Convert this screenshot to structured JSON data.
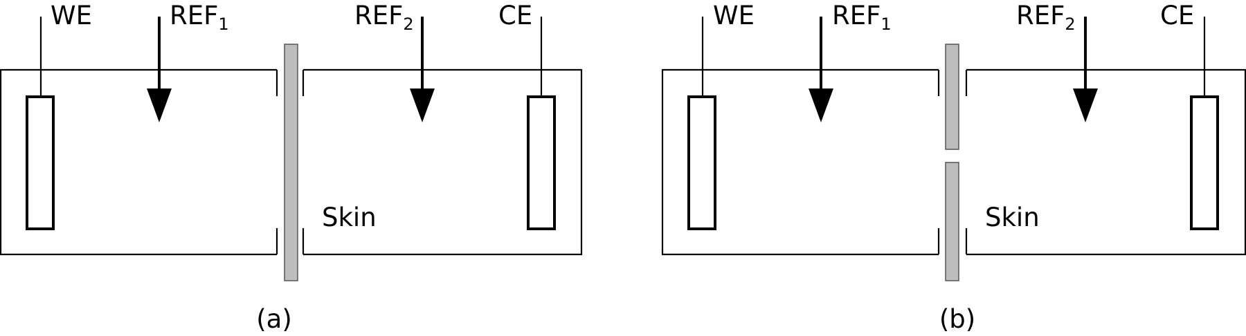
{
  "panels": [
    {
      "caption": "(a)",
      "labels": {
        "we": "WE",
        "ref1_main": "REF",
        "ref1_sub": "1",
        "ref2_main": "REF",
        "ref2_sub": "2",
        "ce": "CE",
        "skin": "Skin"
      },
      "membrane": "intact"
    },
    {
      "caption": "(b)",
      "labels": {
        "we": "WE",
        "ref1_main": "REF",
        "ref1_sub": "1",
        "ref2_main": "REF",
        "ref2_sub": "2",
        "ce": "CE",
        "skin": "Skin"
      },
      "membrane": "broken"
    }
  ],
  "colors": {
    "skin_fill": "#bdbdbd",
    "lines": "#000000"
  }
}
